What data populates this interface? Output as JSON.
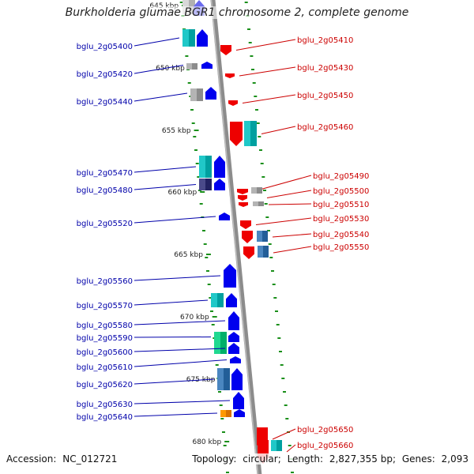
{
  "title": "Burkholderia glumae BGR1 chromosome 2, complete genome",
  "footer": {
    "accession_label": "Accession:",
    "accession_value": "NC_012721",
    "topology_label": "Topology:",
    "topology_value": "circular;",
    "length_label": "Length:",
    "length_value": "2,827,355 bp;",
    "genes_label": "Genes:",
    "genes_value": "2,093"
  },
  "colors": {
    "forward_label": "#0000aa",
    "reverse_label": "#cc0000",
    "forward_arrow": "#0000ee",
    "reverse_arrow": "#ee0000",
    "backbone": "#8c8c8c",
    "tick": "#1a8f1a"
  },
  "scale_labels": [
    {
      "text": "645 kbp",
      "kbp": 645
    },
    {
      "text": "650 kbp",
      "kbp": 650
    },
    {
      "text": "655 kbp",
      "kbp": 655
    },
    {
      "text": "660 kbp",
      "kbp": 660
    },
    {
      "text": "665 kbp",
      "kbp": 665
    },
    {
      "text": "670 kbp",
      "kbp": 670
    },
    {
      "text": "675 kbp",
      "kbp": 675
    },
    {
      "text": "680 kbp",
      "kbp": 680
    }
  ],
  "forward_genes": [
    {
      "label": "bglu_2g05400",
      "gene_color": "#20c8c8"
    },
    {
      "label": "bglu_2g05420",
      "gene_color": "#b4b4b4"
    },
    {
      "label": "bglu_2g05440",
      "gene_color": "#b4b4b4"
    },
    {
      "label": "bglu_2g05470",
      "gene_color": "#20c8c8"
    },
    {
      "label": "bglu_2g05480",
      "gene_color": "#4a4a8a"
    },
    {
      "label": "bglu_2g05520",
      "gene_color": ""
    },
    {
      "label": "bglu_2g05560",
      "gene_color": ""
    },
    {
      "label": "bglu_2g05570",
      "gene_color": "#20c8c8"
    },
    {
      "label": "bglu_2g05580",
      "gene_color": ""
    },
    {
      "label": "bglu_2g05590",
      "gene_color": "#20d890"
    },
    {
      "label": "bglu_2g05600",
      "gene_color": ""
    },
    {
      "label": "bglu_2g05610",
      "gene_color": ""
    },
    {
      "label": "bglu_2g05620",
      "gene_color": "#4a86c0"
    },
    {
      "label": "bglu_2g05630",
      "gene_color": ""
    },
    {
      "label": "bglu_2g05640",
      "gene_color": "#ff9900"
    }
  ],
  "reverse_genes": [
    {
      "label": "bglu_2g05410",
      "gene_color": ""
    },
    {
      "label": "bglu_2g05430",
      "gene_color": ""
    },
    {
      "label": "bglu_2g05450",
      "gene_color": ""
    },
    {
      "label": "bglu_2g05460",
      "gene_color": "#20c8c8"
    },
    {
      "label": "bglu_2g05490",
      "gene_color": ""
    },
    {
      "label": "bglu_2g05500",
      "gene_color": "#b4b4b4"
    },
    {
      "label": "bglu_2g05510",
      "gene_color": "#b4b4b4"
    },
    {
      "label": "bglu_2g05530",
      "gene_color": ""
    },
    {
      "label": "bglu_2g05540",
      "gene_color": "#4a86c0"
    },
    {
      "label": "bglu_2g05550",
      "gene_color": "#4a86c0"
    },
    {
      "label": "bglu_2g05650",
      "gene_color": ""
    },
    {
      "label": "bglu_2g05660",
      "gene_color": "#20c8c8"
    }
  ]
}
